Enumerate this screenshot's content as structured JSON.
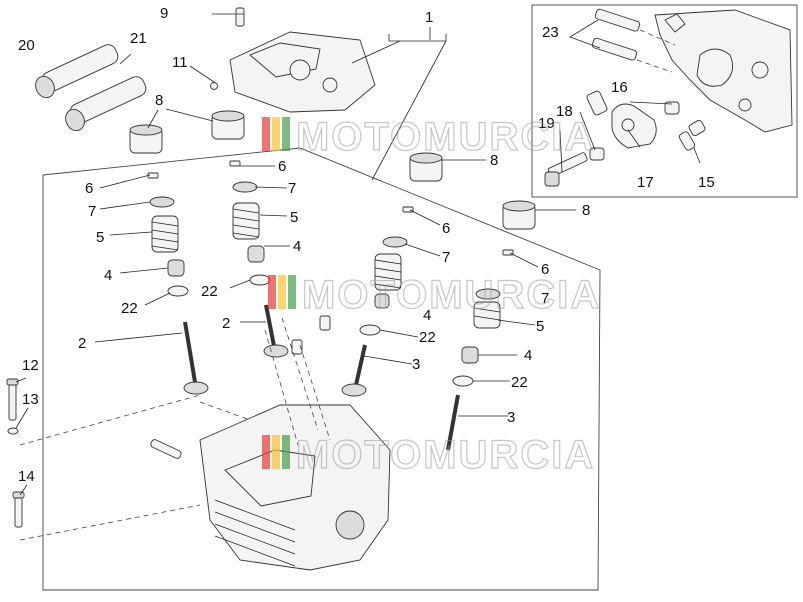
{
  "callouts": {
    "c1": "1",
    "c2a": "2",
    "c2b": "2",
    "c3a": "3",
    "c3b": "3",
    "c4a": "4",
    "c4b": "4",
    "c4c": "4",
    "c4d": "4",
    "c5a": "5",
    "c5b": "5",
    "c5c": "5",
    "c6a": "6",
    "c6b": "6",
    "c6c": "6",
    "c6d": "6",
    "c7a": "7",
    "c7b": "7",
    "c7c": "7",
    "c7d": "7",
    "c8a": "8",
    "c8b": "8",
    "c8c": "8",
    "c9": "9",
    "c11": "11",
    "c12": "12",
    "c13": "13",
    "c14": "14",
    "c15": "15",
    "c16": "16",
    "c17": "17",
    "c18": "18",
    "c19": "19",
    "c20": "20",
    "c21": "21",
    "c22a": "22",
    "c22b": "22",
    "c22c": "22",
    "c22d": "22",
    "c23": "23"
  },
  "watermark": {
    "text": "MOTOMURCIA",
    "colors": [
      "#e53935",
      "#fbc02d",
      "#43a047"
    ]
  }
}
